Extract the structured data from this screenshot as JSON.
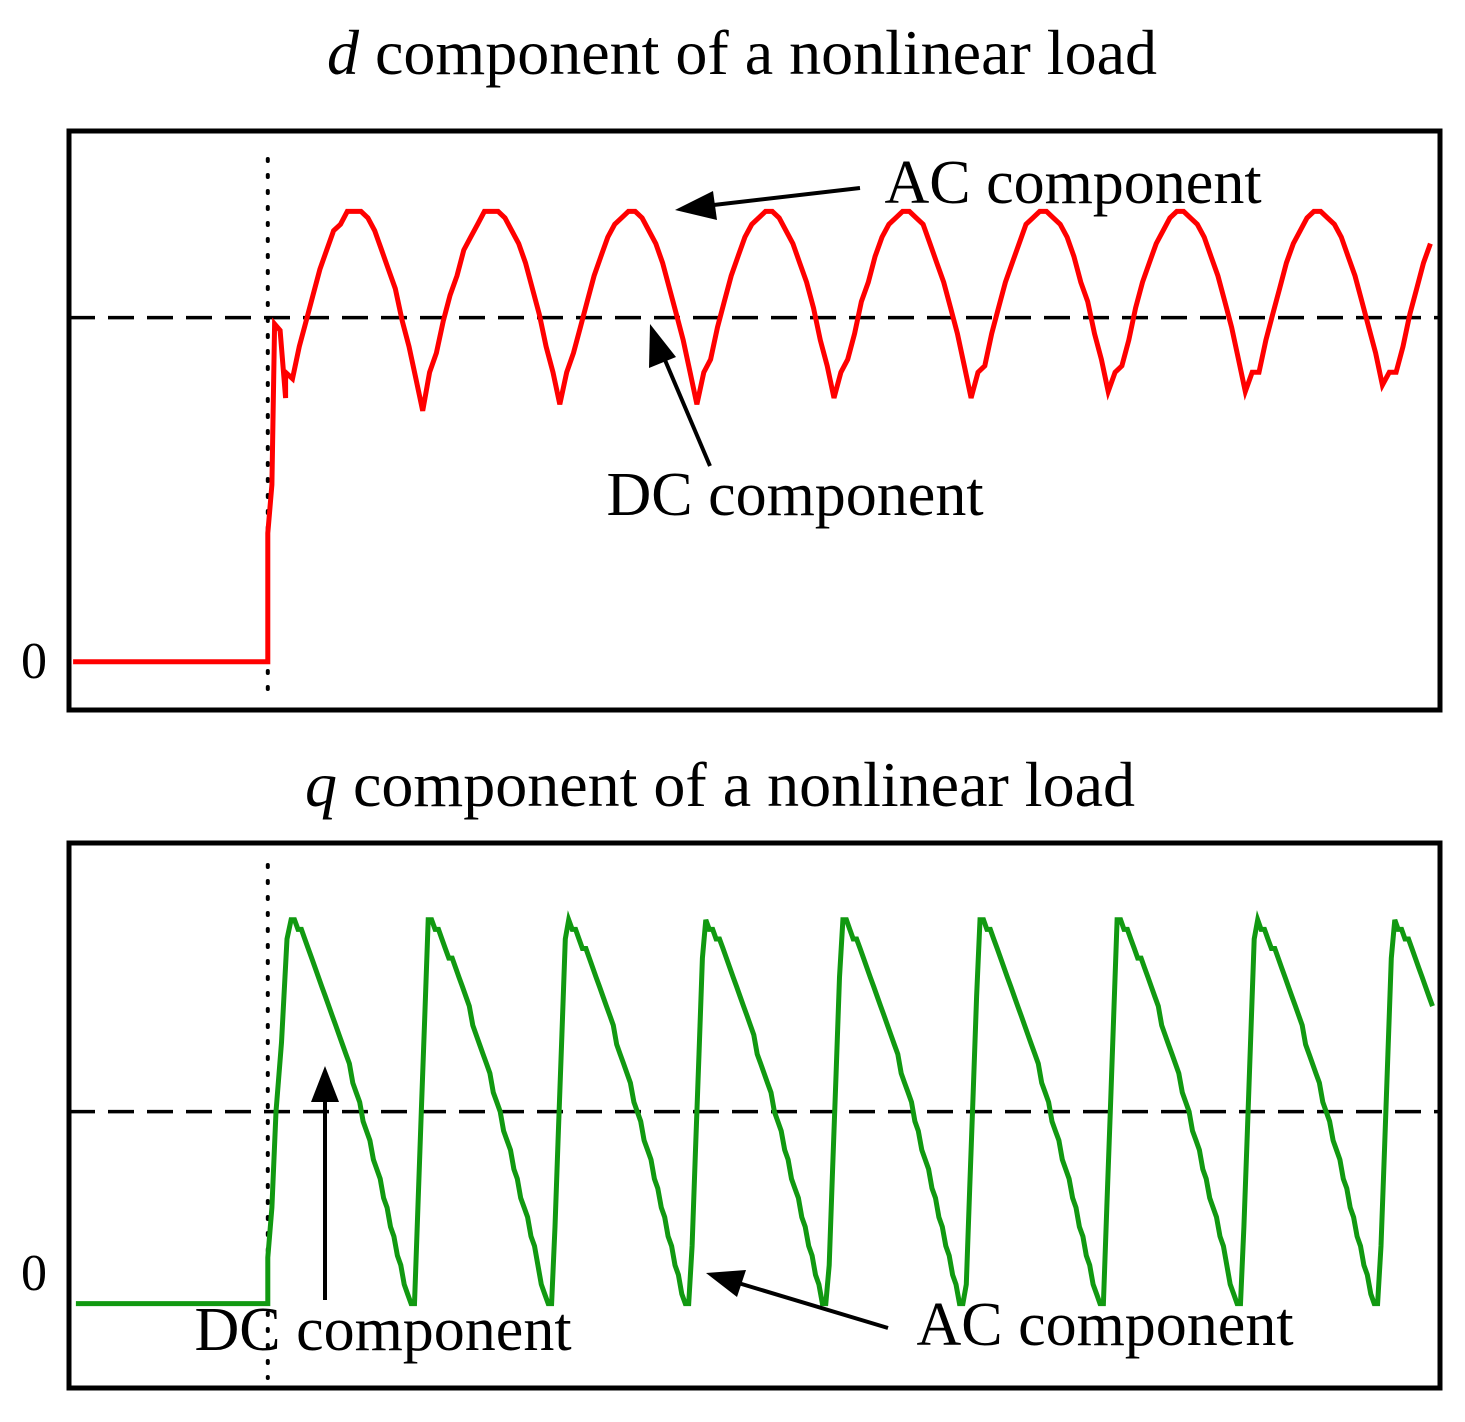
{
  "colors": {
    "d_series": "#ff0000",
    "q_series": "#119911",
    "frame": "#000000",
    "dc_line": "#000000",
    "step_marker": "#000000"
  },
  "chart_data": [
    {
      "type": "line",
      "title_var": "d",
      "title_rest": " component of a nonlinear load",
      "ytick_zero": "0",
      "xlabel": "",
      "ylabel": "",
      "x_range": [
        0,
        100
      ],
      "ylim": [
        -0.15,
        1.65
      ],
      "grid": false,
      "legend": "none",
      "step_time": 14.5,
      "pre_step_value": 0,
      "dc_level": 1.07,
      "ac_peak": 1.4,
      "ac_trough": 0.78,
      "period": 10.05,
      "annotations": {
        "ac": "AC component",
        "dc": "DC component"
      }
    },
    {
      "type": "line",
      "title_var": "q",
      "title_rest": " component of a nonlinear load",
      "ytick_zero": "0",
      "xlabel": "",
      "ylabel": "",
      "x_range": [
        0,
        100
      ],
      "ylim": [
        -0.22,
        1.2
      ],
      "grid": false,
      "legend": "none",
      "step_time": 14.5,
      "pre_step_value": 0,
      "dc_level": 0.5,
      "ac_peak": 1.0,
      "ac_trough": 0.0,
      "period": 10.05,
      "annotations": {
        "dc": "DC component",
        "ac": "AC component"
      }
    }
  ]
}
